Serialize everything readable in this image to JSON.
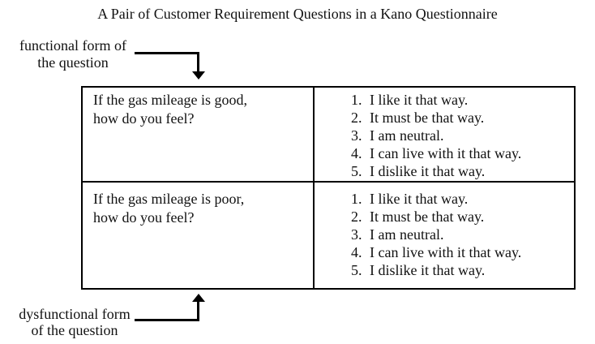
{
  "title": "A Pair of Customer Requirement Questions in a Kano Questionnaire",
  "annotations": {
    "functional": {
      "line1": "functional form of",
      "line2": "the question"
    },
    "dysfunctional": {
      "line1": "dysfunctional form",
      "line2": "of the question"
    }
  },
  "table": {
    "rows": [
      {
        "question_line1": "If the gas mileage is good,",
        "question_line2": "how do you feel?",
        "options": [
          {
            "num": "1.",
            "text": "I like it that way."
          },
          {
            "num": "2.",
            "text": "It must be that way."
          },
          {
            "num": "3.",
            "text": "I am neutral."
          },
          {
            "num": "4.",
            "text": "I can live with it that way."
          },
          {
            "num": "5.",
            "text": "I dislike it that way."
          }
        ]
      },
      {
        "question_line1": "If the gas mileage is poor,",
        "question_line2": "how do you feel?",
        "options": [
          {
            "num": "1.",
            "text": "I like it that way."
          },
          {
            "num": "2.",
            "text": "It must be that way."
          },
          {
            "num": "3.",
            "text": "I am neutral."
          },
          {
            "num": "4.",
            "text": "I can live with it that way."
          },
          {
            "num": "5.",
            "text": "I dislike it that way."
          }
        ]
      }
    ]
  },
  "colors": {
    "ink": "#000000",
    "text": "#111111",
    "background": "#ffffff"
  }
}
